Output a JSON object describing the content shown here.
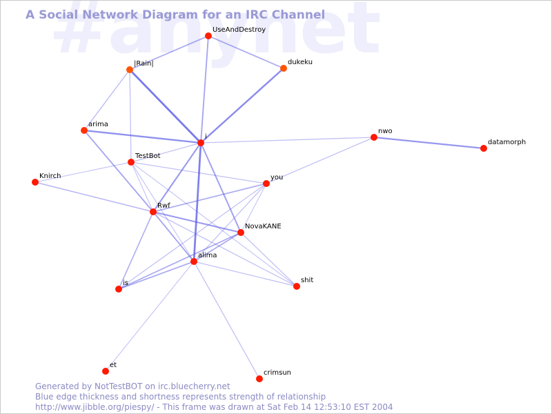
{
  "watermark": "#anynet",
  "title": "A Social Network Diagram for an IRC Channel",
  "footer": {
    "line1": "Generated by NotTestBOT on irc.bluecherry.net",
    "line2": "Blue edge thickness and shortness represents strength of relationship",
    "line3": "http://www.jibble.org/piespy/ - This frame was drawn at Sat Feb 14 12:53:10 EST 2004"
  },
  "colors": {
    "edge": "#5a5ae6",
    "node": "#ff1a00",
    "node_alt": "#ff5500",
    "title": "#9a9ad6",
    "footer": "#8a8ac4",
    "watermark": "#eeeefc"
  },
  "nodes": [
    {
      "id": "UseAndDestroy",
      "label": "UseAndDestroy",
      "color": "#ff2200"
    },
    {
      "id": "Rain",
      "label": "|Rain|",
      "color": "#ff5500"
    },
    {
      "id": "dukeku",
      "label": "dukeku",
      "color": "#ff5500"
    },
    {
      "id": "arima",
      "label": "arima",
      "color": "#ff3300"
    },
    {
      "id": "i",
      "label": "i",
      "color": "#ff1a00"
    },
    {
      "id": "nwo",
      "label": "nwo",
      "color": "#ff1a00"
    },
    {
      "id": "datamorph",
      "label": "datamorph",
      "color": "#ff1a00"
    },
    {
      "id": "TestBot",
      "label": "TestBot",
      "color": "#ff1a00"
    },
    {
      "id": "Knirch",
      "label": "Knirch",
      "color": "#ff1a00"
    },
    {
      "id": "you",
      "label": "you",
      "color": "#ff1a00"
    },
    {
      "id": "Rwf",
      "label": "Rwf",
      "color": "#ff1a00"
    },
    {
      "id": "NovaKANE",
      "label": "NovaKANE",
      "color": "#ff1a00"
    },
    {
      "id": "alima",
      "label": "alima",
      "color": "#ff1a00"
    },
    {
      "id": "is",
      "label": "is",
      "color": "#ff1a00"
    },
    {
      "id": "shit",
      "label": "shit",
      "color": "#ff1a00"
    },
    {
      "id": "et",
      "label": "et",
      "color": "#ff1a00"
    },
    {
      "id": "crimsun",
      "label": "crimsun",
      "color": "#ff1a00"
    }
  ],
  "edges": [
    {
      "from": "i",
      "to": "Rain",
      "strength": 0.85
    },
    {
      "from": "i",
      "to": "dukeku",
      "strength": 0.7
    },
    {
      "from": "i",
      "to": "arima",
      "strength": 0.65
    },
    {
      "from": "i",
      "to": "UseAndDestroy",
      "strength": 0.45
    },
    {
      "from": "i",
      "to": "alima",
      "strength": 0.8
    },
    {
      "from": "i",
      "to": "Rwf",
      "strength": 0.55
    },
    {
      "from": "i",
      "to": "NovaKANE",
      "strength": 0.5
    },
    {
      "from": "i",
      "to": "TestBot",
      "strength": 0.2
    },
    {
      "from": "i",
      "to": "nwo",
      "strength": 0.2
    },
    {
      "from": "UseAndDestroy",
      "to": "Rain",
      "strength": 0.4
    },
    {
      "from": "UseAndDestroy",
      "to": "dukeku",
      "strength": 0.4
    },
    {
      "from": "Rain",
      "to": "arima",
      "strength": 0.25
    },
    {
      "from": "Rain",
      "to": "TestBot",
      "strength": 0.2
    },
    {
      "from": "arima",
      "to": "Rwf",
      "strength": 0.45
    },
    {
      "from": "nwo",
      "to": "datamorph",
      "strength": 0.6
    },
    {
      "from": "nwo",
      "to": "you",
      "strength": 0.2
    },
    {
      "from": "Knirch",
      "to": "Rwf",
      "strength": 0.3
    },
    {
      "from": "Knirch",
      "to": "TestBot",
      "strength": 0.15
    },
    {
      "from": "TestBot",
      "to": "you",
      "strength": 0.2
    },
    {
      "from": "TestBot",
      "to": "Rwf",
      "strength": 0.15
    },
    {
      "from": "TestBot",
      "to": "alima",
      "strength": 0.15
    },
    {
      "from": "TestBot",
      "to": "shit",
      "strength": 0.15
    },
    {
      "from": "Rwf",
      "to": "you",
      "strength": 0.4
    },
    {
      "from": "Rwf",
      "to": "NovaKANE",
      "strength": 0.55
    },
    {
      "from": "Rwf",
      "to": "alima",
      "strength": 0.45
    },
    {
      "from": "Rwf",
      "to": "is",
      "strength": 0.35
    },
    {
      "from": "Rwf",
      "to": "shit",
      "strength": 0.2
    },
    {
      "from": "you",
      "to": "alima",
      "strength": 0.2
    },
    {
      "from": "you",
      "to": "is",
      "strength": 0.2
    },
    {
      "from": "you",
      "to": "NovaKANE",
      "strength": 0.15
    },
    {
      "from": "NovaKANE",
      "to": "alima",
      "strength": 0.4
    },
    {
      "from": "NovaKANE",
      "to": "is",
      "strength": 0.4
    },
    {
      "from": "NovaKANE",
      "to": "shit",
      "strength": 0.2
    },
    {
      "from": "alima",
      "to": "is",
      "strength": 0.4
    },
    {
      "from": "alima",
      "to": "shit",
      "strength": 0.2
    },
    {
      "from": "alima",
      "to": "et",
      "strength": 0.15
    },
    {
      "from": "alima",
      "to": "crimsun",
      "strength": 0.2
    }
  ]
}
